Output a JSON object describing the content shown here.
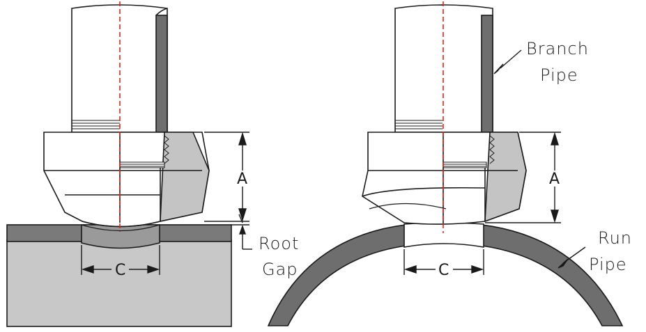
{
  "labels": {
    "branch_line1": "Branch",
    "branch_line2": "Pipe",
    "run_line1": "Run",
    "run_line2": "Pipe",
    "root_line1": "Root",
    "root_line2": "Gap",
    "dim_a_left": "A",
    "dim_a_right": "A",
    "dim_c_left": "C",
    "dim_c_right": "C"
  },
  "colors": {
    "outline": "#1a1a1a",
    "pipe_fill": "#ffffff",
    "pipe_wall": "#6e6e6e",
    "run_plate_top": "#7a7a7a",
    "run_plate_body": "#c8c8c8",
    "fitting_shadow": "#c4c4c4",
    "centerline": "#e0281e"
  }
}
